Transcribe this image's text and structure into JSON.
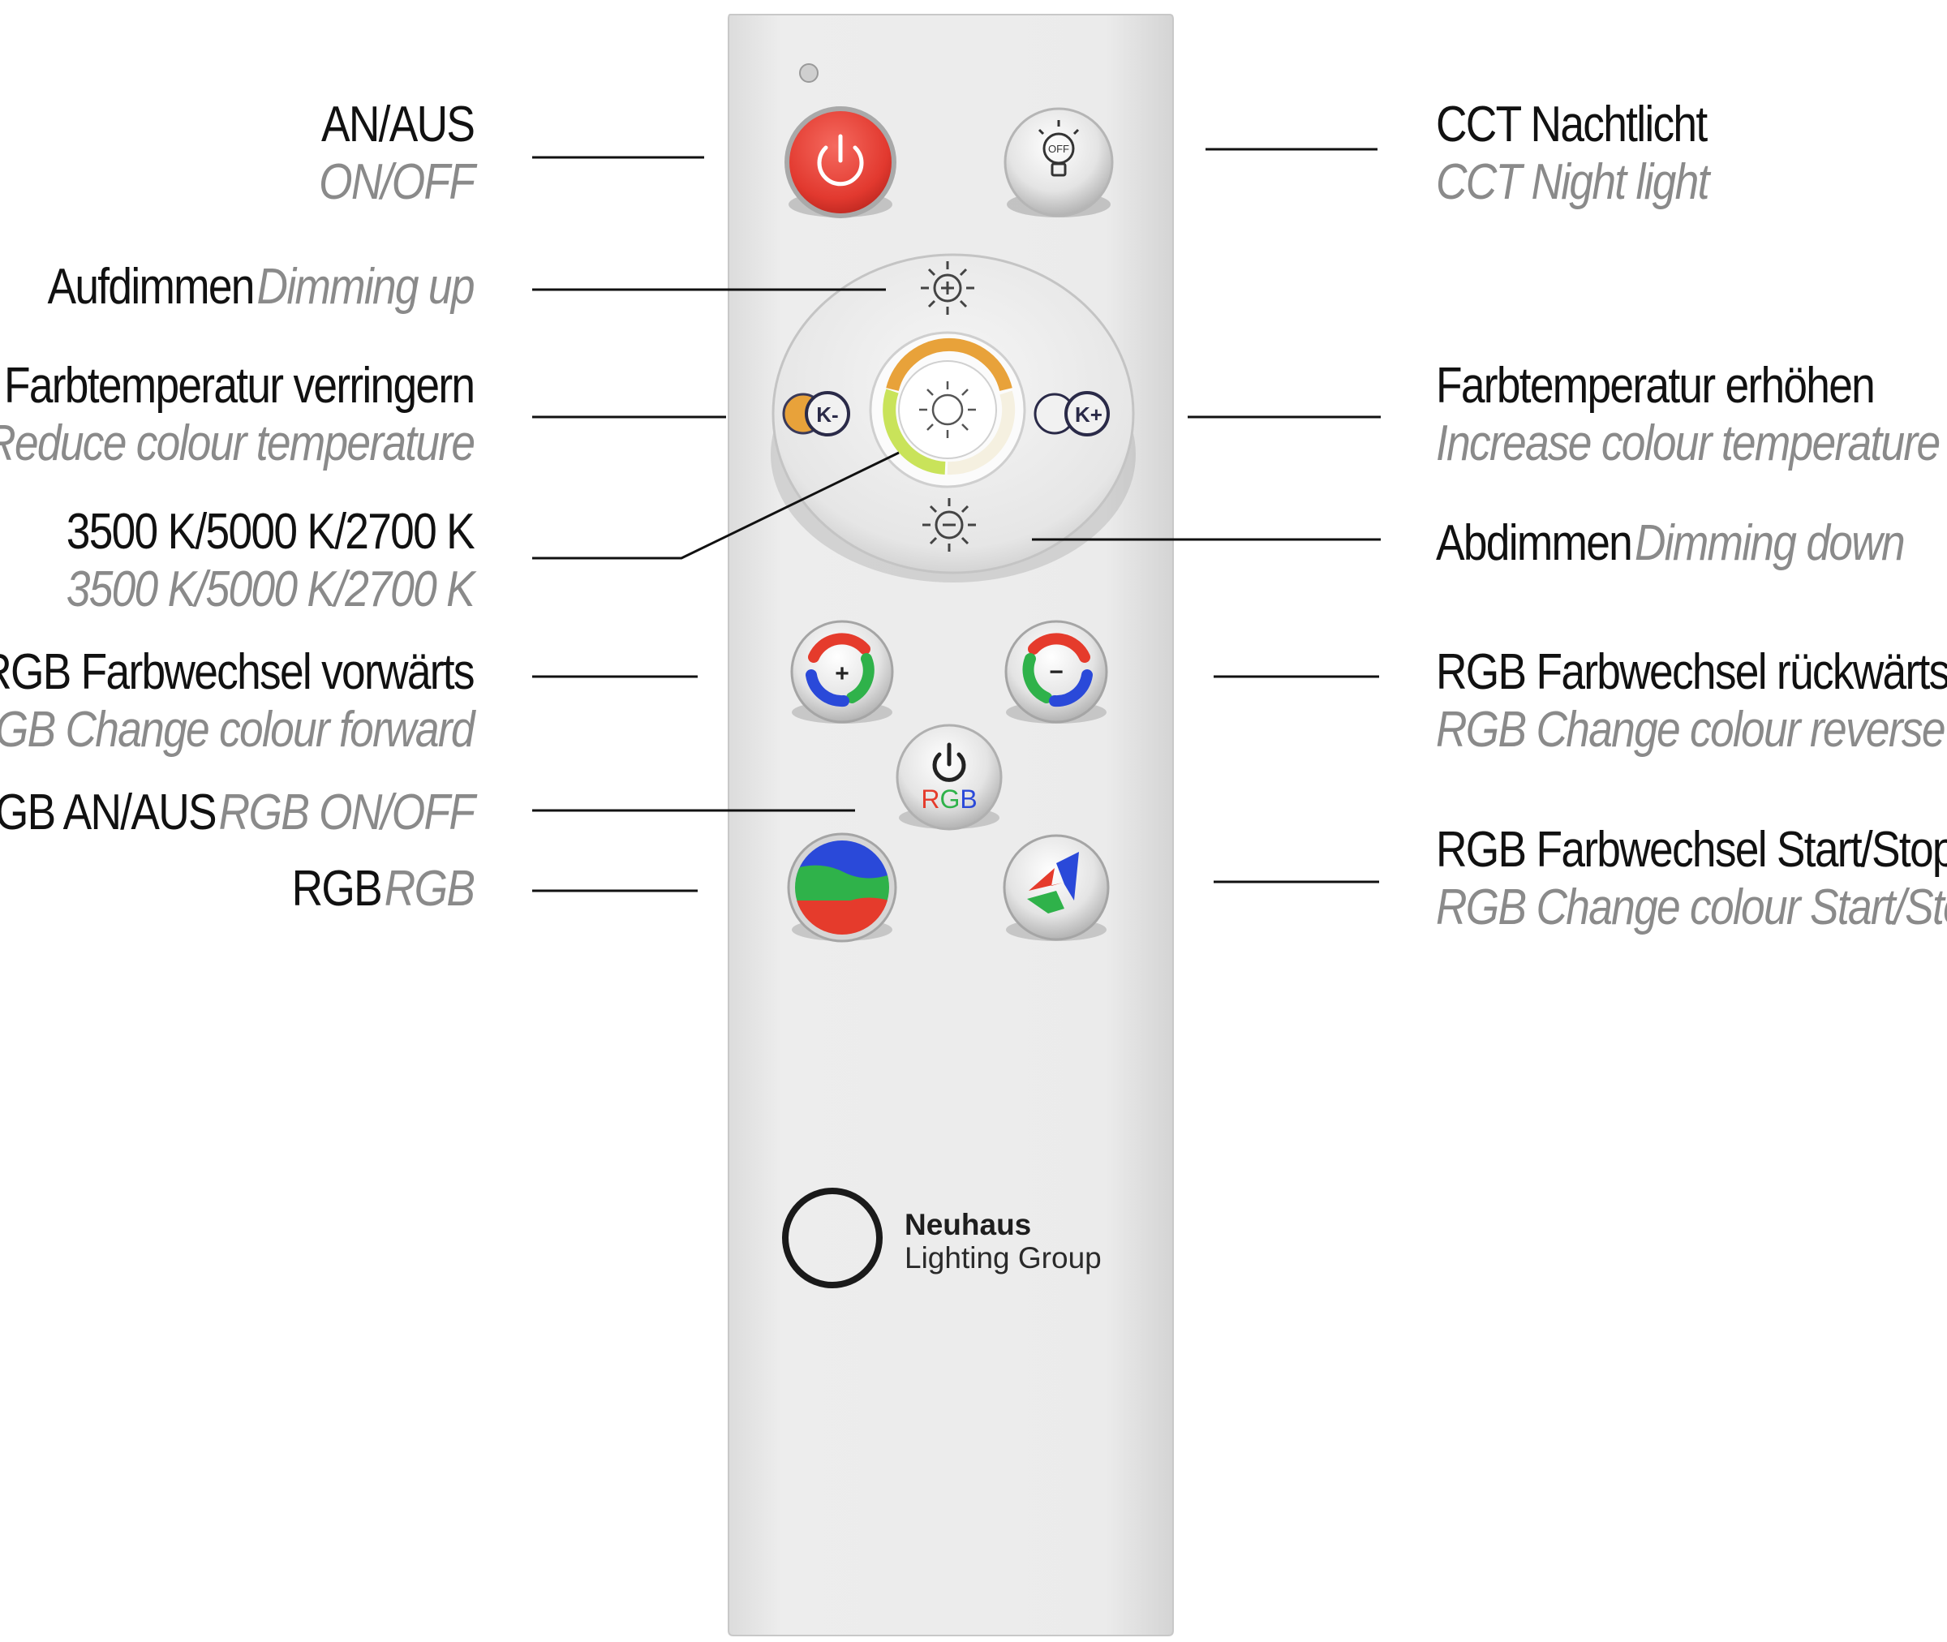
{
  "labels": {
    "on_off": {
      "de": "AN/AUS",
      "en": "ON/OFF"
    },
    "night_light": {
      "de": "CCT Nachtlicht",
      "en": "CCT Night light"
    },
    "dim_up": {
      "de": "Aufdimmen",
      "en": "Dimming up"
    },
    "temp_down": {
      "de": "Farbtemperatur verringern",
      "en": "Reduce colour temperature"
    },
    "temp_up": {
      "de": "Farbtemperatur erhöhen",
      "en": "Increase colour temperature"
    },
    "cct_presets": {
      "de": "3500 K/5000 K/2700 K",
      "en": "3500 K/5000 K/2700 K"
    },
    "dim_down": {
      "de": "Abdimmen",
      "en": "Dimming down"
    },
    "rgb_forward": {
      "de": "RGB Farbwechsel vorwärts",
      "en": "RGB Change colour forward"
    },
    "rgb_reverse": {
      "de": "RGB Farbwechsel rückwärts",
      "en": "RGB Change colour reverse"
    },
    "rgb_on_off": {
      "de": "RGB AN/AUS",
      "en": "RGB ON/OFF"
    },
    "rgb": {
      "de": "RGB",
      "en": "RGB"
    },
    "rgb_start_stop": {
      "de": "RGB Farbwechsel Start/Stop",
      "en": "RGB Change colour Start/Stop"
    }
  },
  "remote": {
    "buttons": {
      "k_minus": "K-",
      "k_plus": "K+",
      "night_off": "OFF",
      "rgb_power_text": "RGB",
      "plus_sign": "+",
      "minus_sign": "−"
    },
    "brand": {
      "name": "Neuhaus",
      "subtitle": "Lighting Group"
    }
  },
  "colors": {
    "remote_body": "#e9e9e9",
    "power_red": "#e8463f",
    "rgb_red": "#e53b2c",
    "rgb_green": "#2fb24a",
    "rgb_blue": "#2a49d9",
    "warm_orange": "#e8a23a",
    "cool_lime": "#c9e35a"
  }
}
